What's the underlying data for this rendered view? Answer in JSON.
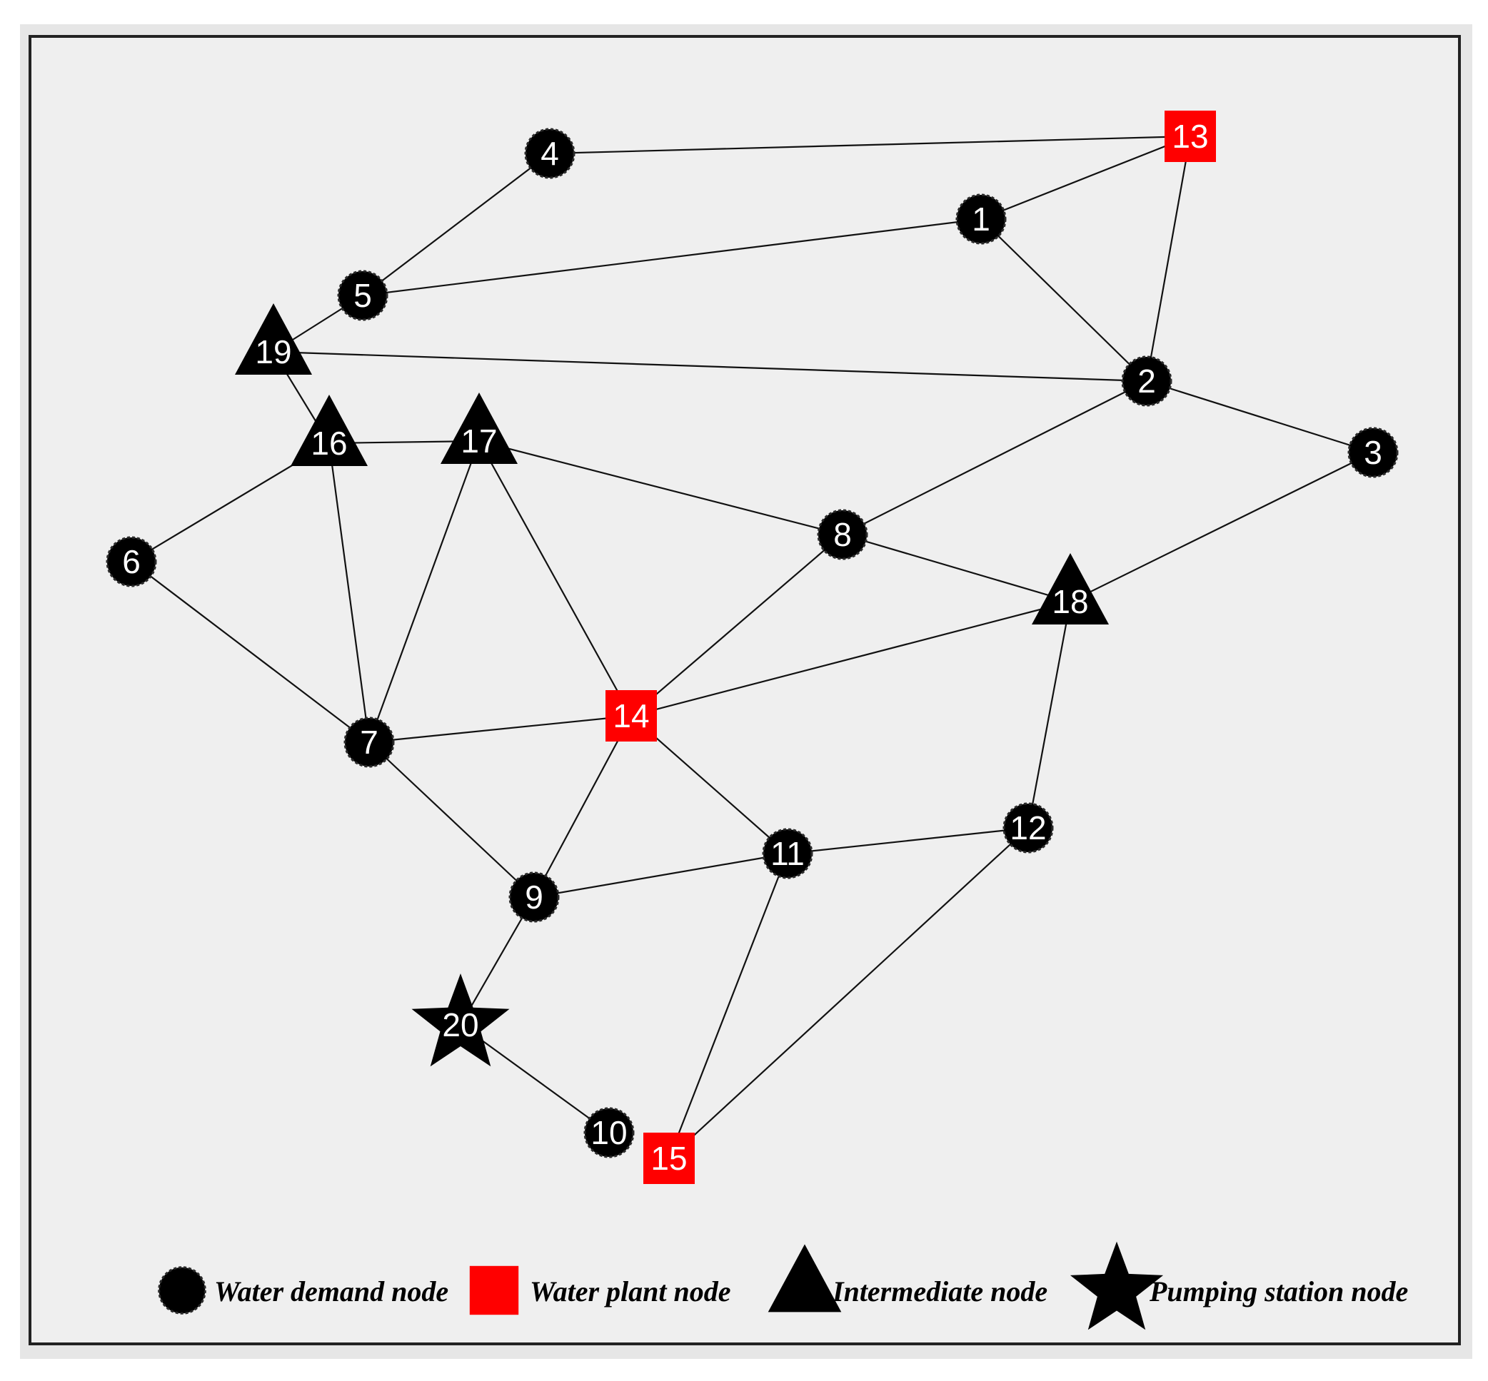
{
  "colors": {
    "background": "#efefef",
    "node": "#000000",
    "plant": "#ff0000",
    "label": "#ffffff",
    "edge": "#111111"
  },
  "nodes": [
    {
      "id": "1",
      "type": "demand"
    },
    {
      "id": "2",
      "type": "demand"
    },
    {
      "id": "3",
      "type": "demand"
    },
    {
      "id": "4",
      "type": "demand"
    },
    {
      "id": "5",
      "type": "demand"
    },
    {
      "id": "6",
      "type": "demand"
    },
    {
      "id": "7",
      "type": "demand"
    },
    {
      "id": "8",
      "type": "demand"
    },
    {
      "id": "9",
      "type": "demand"
    },
    {
      "id": "10",
      "type": "demand"
    },
    {
      "id": "11",
      "type": "demand"
    },
    {
      "id": "12",
      "type": "demand"
    },
    {
      "id": "13",
      "type": "plant"
    },
    {
      "id": "14",
      "type": "plant"
    },
    {
      "id": "15",
      "type": "plant"
    },
    {
      "id": "16",
      "type": "intermediate"
    },
    {
      "id": "17",
      "type": "intermediate"
    },
    {
      "id": "18",
      "type": "intermediate"
    },
    {
      "id": "19",
      "type": "intermediate"
    },
    {
      "id": "20",
      "type": "pumping"
    }
  ],
  "edges": [
    [
      "4",
      "13"
    ],
    [
      "4",
      "5"
    ],
    [
      "13",
      "1"
    ],
    [
      "13",
      "2"
    ],
    [
      "1",
      "5"
    ],
    [
      "1",
      "2"
    ],
    [
      "5",
      "19"
    ],
    [
      "19",
      "2"
    ],
    [
      "19",
      "16"
    ],
    [
      "16",
      "17"
    ],
    [
      "16",
      "6"
    ],
    [
      "16",
      "7"
    ],
    [
      "17",
      "7"
    ],
    [
      "17",
      "14"
    ],
    [
      "17",
      "8"
    ],
    [
      "2",
      "8"
    ],
    [
      "2",
      "3"
    ],
    [
      "3",
      "18"
    ],
    [
      "8",
      "18"
    ],
    [
      "8",
      "14"
    ],
    [
      "6",
      "7"
    ],
    [
      "7",
      "14"
    ],
    [
      "14",
      "18"
    ],
    [
      "7",
      "9"
    ],
    [
      "14",
      "9"
    ],
    [
      "14",
      "11"
    ],
    [
      "18",
      "12"
    ],
    [
      "9",
      "11"
    ],
    [
      "11",
      "12"
    ],
    [
      "9",
      "20"
    ],
    [
      "20",
      "10"
    ],
    [
      "11",
      "15"
    ],
    [
      "12",
      "15"
    ]
  ],
  "legend": [
    {
      "shape": "circle",
      "label": "Water demand node"
    },
    {
      "shape": "square",
      "label": "Water plant node"
    },
    {
      "shape": "triangle",
      "label": "Intermediate node"
    },
    {
      "shape": "star",
      "label": "Pumping station node"
    }
  ]
}
